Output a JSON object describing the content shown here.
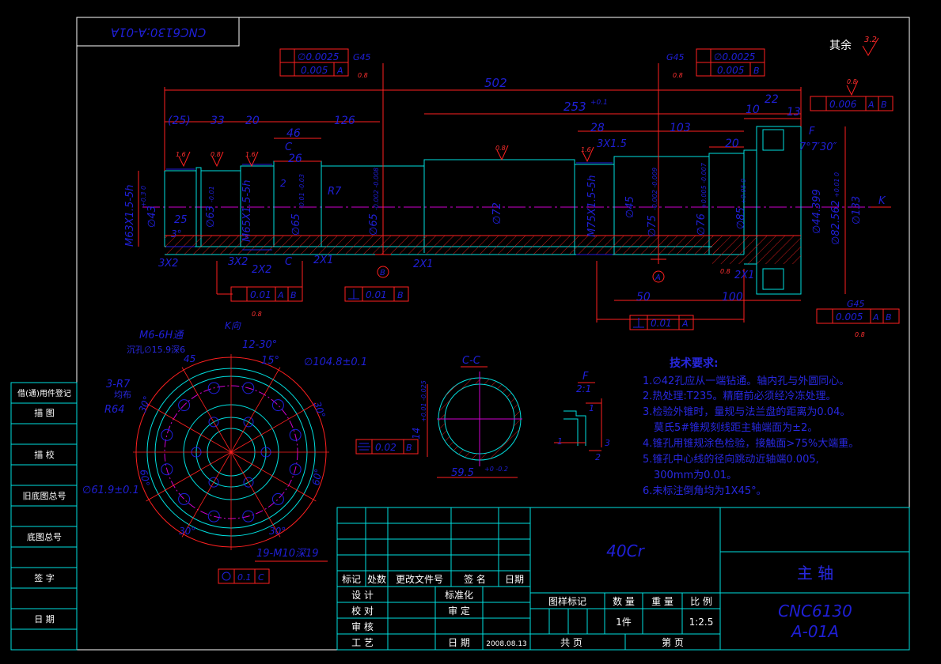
{
  "title_stamp": "CNC6130:A-01A",
  "roughness_other": {
    "label": "其余",
    "value": "3.2"
  },
  "roughness_vals": {
    "r08": "0.8",
    "r16": "1.6"
  },
  "tolerance_frames": {
    "left_top": {
      "row1": "∅0.0025",
      "row1_ref": "G45",
      "row2": "0.005",
      "row2_ref": "A"
    },
    "right_top": {
      "row1": "∅0.0025",
      "row1_ref": "G45",
      "row2": "0.005",
      "row2_ref": "B"
    },
    "right_runout": {
      "value": "0.006",
      "ref1": "A",
      "ref2": "B"
    },
    "bottom_left_runout": {
      "value": "0.01",
      "ref1": "A",
      "ref2": "B"
    },
    "perp_left": {
      "value": "0.01",
      "ref": "B"
    },
    "perp_right": {
      "value": "0.01",
      "ref": "A"
    },
    "bottom_right_runout": {
      "value": "0.005",
      "ref1": "A",
      "ref2": "B",
      "ref_g": "G45"
    },
    "sym_cc": {
      "value": "0.02",
      "ref": "B"
    },
    "pos_flange": {
      "value": "0.1",
      "ref": "C"
    }
  },
  "dims": {
    "total": "502",
    "d25p": "(25)",
    "d33": "33",
    "d20a": "20",
    "d46": "46",
    "d126": "126",
    "d26": "26",
    "d253": "253",
    "d253tol": "+0.1",
    "d28": "28",
    "d103": "103",
    "d10": "10",
    "d22": "22",
    "d13": "13",
    "d20b": "20",
    "d3x15": "3X1.5",
    "dC": "C",
    "d2": "2",
    "dR7": "R7",
    "dF": "F",
    "angle": "7°7′30″",
    "m63": "M63X1.5-5h",
    "phi43": "∅43",
    "phi43tol": "+0.3 0",
    "d25": "25",
    "d3deg": "3°",
    "phi63": "∅63",
    "phi63tol": "-0.01",
    "m65": "M65X1.5-5h",
    "phi65a": "∅65",
    "phi65atol": "-0.01 -0.03",
    "phi65b": "∅65",
    "phi65btol": "-0.002 -0.008",
    "phi72": "∅72",
    "m75": "M75X1.5-5h",
    "phi45": "∅45",
    "phi75": "∅75",
    "phi75tol": "-0.002 -0.009",
    "phi76": "∅76",
    "phi76tol": "+0.005 -0.007",
    "phi85": "∅85",
    "phi85tol": "+0.05 0",
    "phi44": "∅44.399",
    "phi82": "∅82.562",
    "phi82tol": "+0.01 0",
    "phi133": "∅133",
    "K": "K",
    "c3x2a": "3X2",
    "c3x2b": "3X2",
    "c2x2": "2X2",
    "c2x1a": "2X1",
    "c2x1b": "2X1",
    "c2x1c": "2X1",
    "d50": "50",
    "d100": "100",
    "datumA": "A",
    "datumB": "B"
  },
  "flange_view": {
    "m6": "M6-6H通",
    "m6sub": "沉孔∅15.9深6",
    "kview": "K向",
    "angle1230": "12-30°",
    "a45a": "45",
    "a15": "15°",
    "phi104": "∅104.8±0.1",
    "r3": "3-R7",
    "r3sub": "均布",
    "r64": "R64",
    "a30a": "30°",
    "a30b": "30°",
    "a60a": "60°",
    "a60b": "60°",
    "phi619": "∅61.9±0.1",
    "a30c": "30°",
    "a30d": "30°",
    "m10": "19-M10深19"
  },
  "section_cc": {
    "label": "C-C",
    "d14": "14",
    "d14tol": "+0.01 -0.025",
    "d595": "59.5",
    "d595tol": "+0 -0.2"
  },
  "detail_f": {
    "label": "F",
    "scale": "2:1",
    "d1a": "1",
    "d1b": "1",
    "d3": "3",
    "d2": "2"
  },
  "notes": {
    "heading": "技术要求:",
    "items": [
      "1.∅42孔应从一端钻通。轴内孔与外圆同心。",
      "2.热处理:T235。精磨前必须经冷冻处理。",
      "3.检验外锥时，量规与法兰盘的距离为0.04。",
      "莫氏5#锥规刻线距主轴端面为±2。",
      "4.锥孔用锥规涂色检验，接触面>75%大端重。",
      "5.锥孔中心线的径向跳动近轴端0.005,",
      "300mm为0.01。",
      "6.未标注倒角均为1X45°。"
    ]
  },
  "left_column": [
    "借(通)用件登记",
    "描 图",
    "描 校",
    "旧底图总号",
    "底图总号",
    "签 字",
    "日 期"
  ],
  "title_block": {
    "material": "40Cr",
    "part_name": "主 轴",
    "drawing_no1": "CNC6130",
    "drawing_no2": "A-01A",
    "rev_headers": [
      "标记",
      "处数",
      "更改文件号",
      "签 名",
      "日期"
    ],
    "rows": {
      "design": "设 计",
      "check": "校 对",
      "review": "审 核",
      "process": "工 艺"
    },
    "standard": "标准化",
    "approve": "审 定",
    "date_lbl": "日 期",
    "date": "2008.08.13",
    "stage_lbl": "图样标记",
    "qty_lbl": "数 量",
    "weight_lbl": "重 量",
    "scale_lbl": "比 例",
    "qty": "1件",
    "scale": "1:2.5",
    "total_sheets": "共 页",
    "sheet": "第 页"
  }
}
